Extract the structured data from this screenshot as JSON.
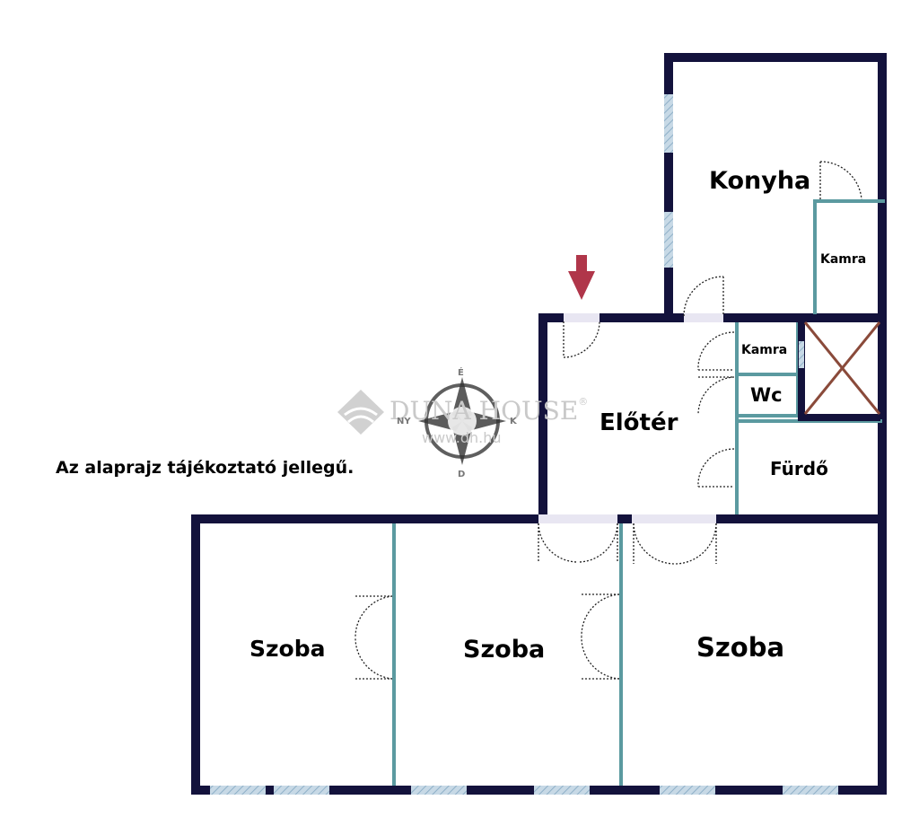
{
  "rooms": {
    "konyha": "Konyha",
    "kamra_top": "Kamra",
    "kamra_mid": "Kamra",
    "wc": "Wc",
    "eloter": "Előtér",
    "furdo": "Fürdő",
    "szoba1": "Szoba",
    "szoba2": "Szoba",
    "szoba3": "Szoba"
  },
  "disclaimer": "Az alaprajz tájékoztató jellegű.",
  "watermark": {
    "brand": "DUNA HOUSE",
    "registered": "®",
    "url": "www.dh.hu"
  },
  "compass": {
    "north": "É",
    "south": "D",
    "west": "NY",
    "east": "K"
  },
  "colors": {
    "outer_wall": "#13123c",
    "inner_wall": "#5b9aa0",
    "window": "#a9c4d8",
    "entrance_arrow": "#b0364a",
    "shaft_cross": "#8a4a3a"
  }
}
